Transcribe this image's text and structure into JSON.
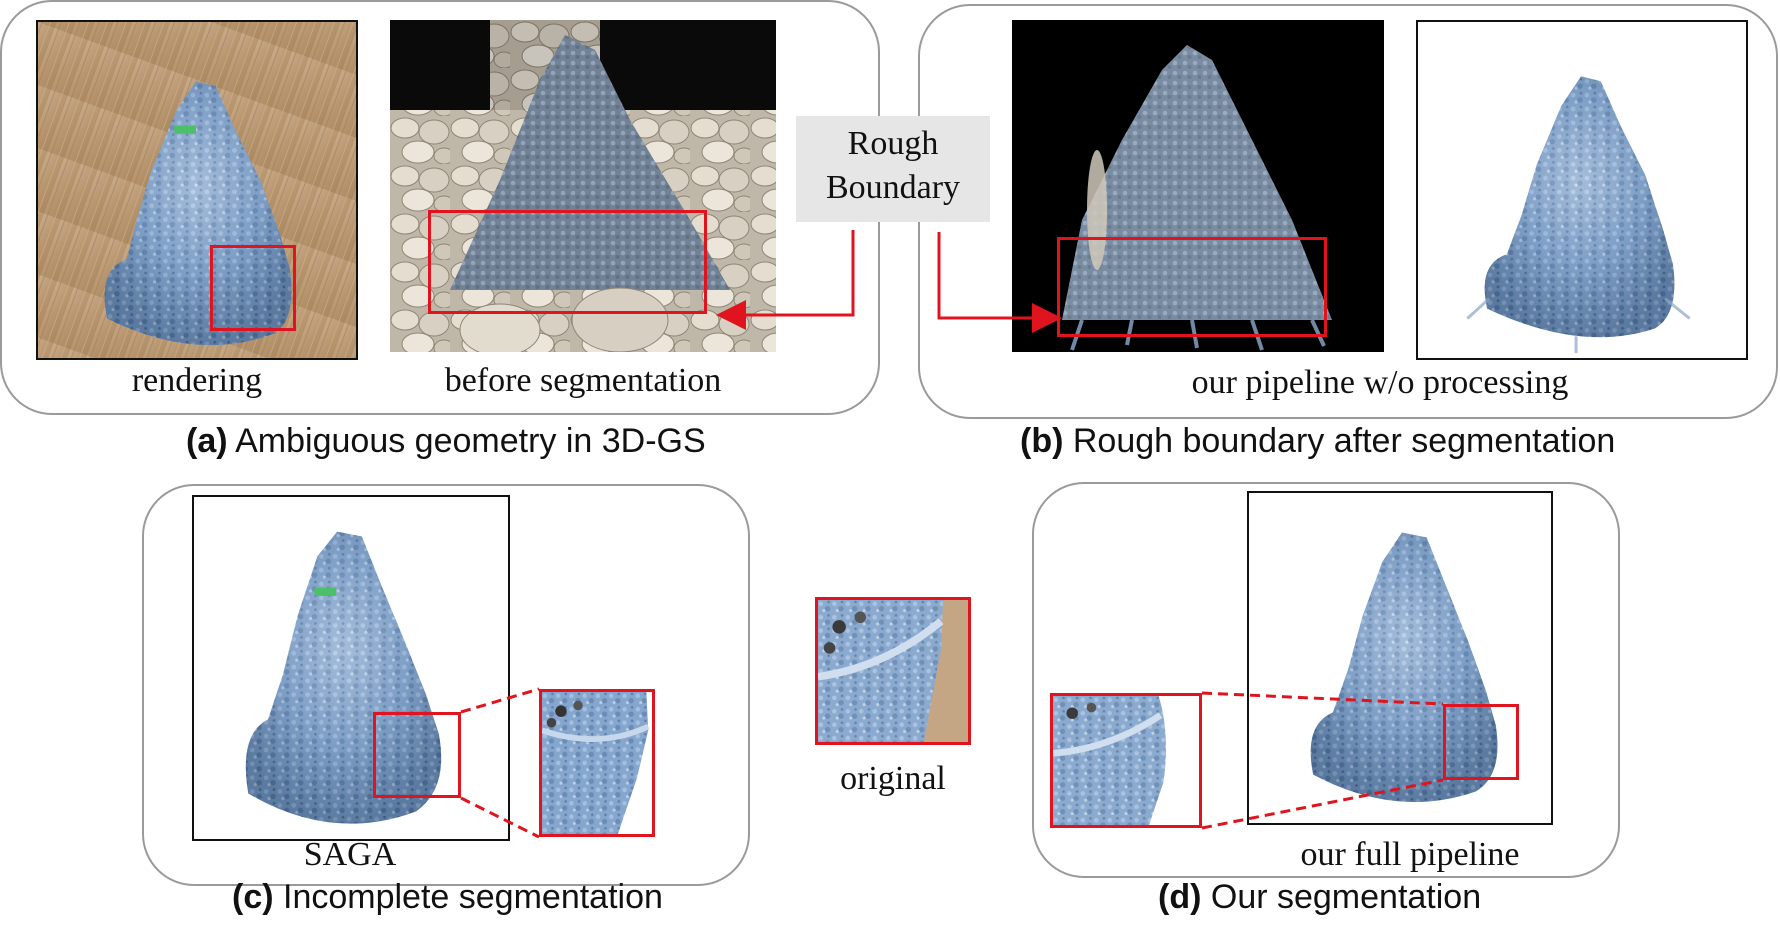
{
  "panels": {
    "a": {
      "label_rendering": "rendering",
      "label_before": "before segmentation",
      "caption_letter": "(a)",
      "caption_text": " Ambiguous geometry in 3D-GS"
    },
    "b": {
      "callout": [
        "Rough",
        "Boundary"
      ],
      "label": "our pipeline w/o processing",
      "caption_letter": "(b)",
      "caption_text": " Rough boundary after segmentation"
    },
    "c": {
      "label": "SAGA",
      "caption_letter": "(c)",
      "caption_text": " Incomplete segmentation"
    },
    "middle": {
      "label": "original"
    },
    "d": {
      "label": "our full pipeline",
      "caption_letter": "(d)",
      "caption_text": " Our segmentation"
    }
  },
  "colors": {
    "highlight": "#e0141e",
    "panel_border": "#9a9a9a",
    "callout_bg": "#e6e6e6",
    "object_blue": "#7a9cc4"
  }
}
